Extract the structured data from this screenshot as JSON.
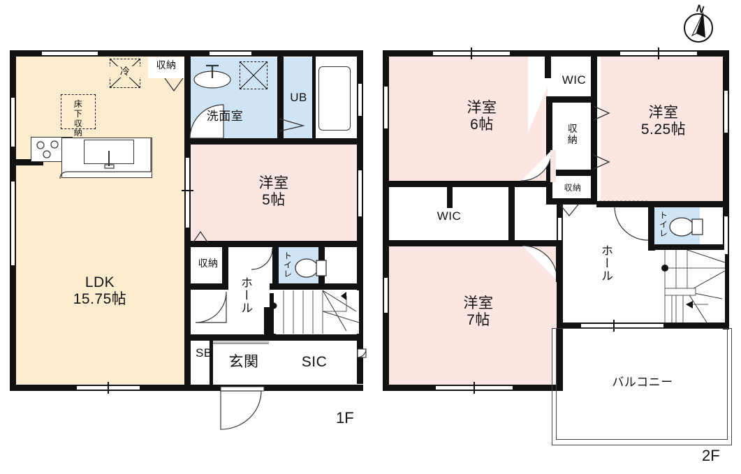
{
  "floorplan": {
    "title_1f": "1F",
    "title_2f": "2F",
    "compass": {
      "letter": "N",
      "name": "north-arrow"
    },
    "colors": {
      "ldk_fill": "#FDECCF",
      "room_fill": "#FCE6E2",
      "wet_fill": "#CFE4F5",
      "wall": "#111111",
      "background": "#FFFFFF"
    }
  },
  "floor1": {
    "rooms": [
      {
        "key": "ldk",
        "name": "LDK",
        "area": "15.75帖"
      },
      {
        "key": "washroom",
        "name": "洗面室",
        "area": ""
      },
      {
        "key": "ub",
        "name": "UB",
        "area": ""
      },
      {
        "key": "western5",
        "name": "洋室",
        "area": "5帖"
      },
      {
        "key": "hall",
        "name": "ホール",
        "area": ""
      },
      {
        "key": "toilet",
        "name": "トイレ",
        "area": ""
      },
      {
        "key": "genkan",
        "name": "玄関",
        "area": ""
      },
      {
        "key": "sic",
        "name": "SIC",
        "area": ""
      },
      {
        "key": "sb",
        "name": "SB",
        "area": ""
      }
    ],
    "storage_top": "収納",
    "storage_under": "床下収納",
    "storage_hall": "収納",
    "fridge": "冷"
  },
  "floor2": {
    "rooms": [
      {
        "key": "western6",
        "name": "洋室",
        "area": "6帖"
      },
      {
        "key": "western525",
        "name": "洋室",
        "area": "5.25帖"
      },
      {
        "key": "western7",
        "name": "洋室",
        "area": "7帖"
      },
      {
        "key": "hall",
        "name": "ホール",
        "area": ""
      },
      {
        "key": "toilet",
        "name": "トイレ",
        "area": ""
      },
      {
        "key": "balcony",
        "name": "バルコニー",
        "area": ""
      }
    ],
    "wic_top": "WIC",
    "wic_mid": "WIC",
    "storage_tall": "収納",
    "storage_low": "収納"
  }
}
